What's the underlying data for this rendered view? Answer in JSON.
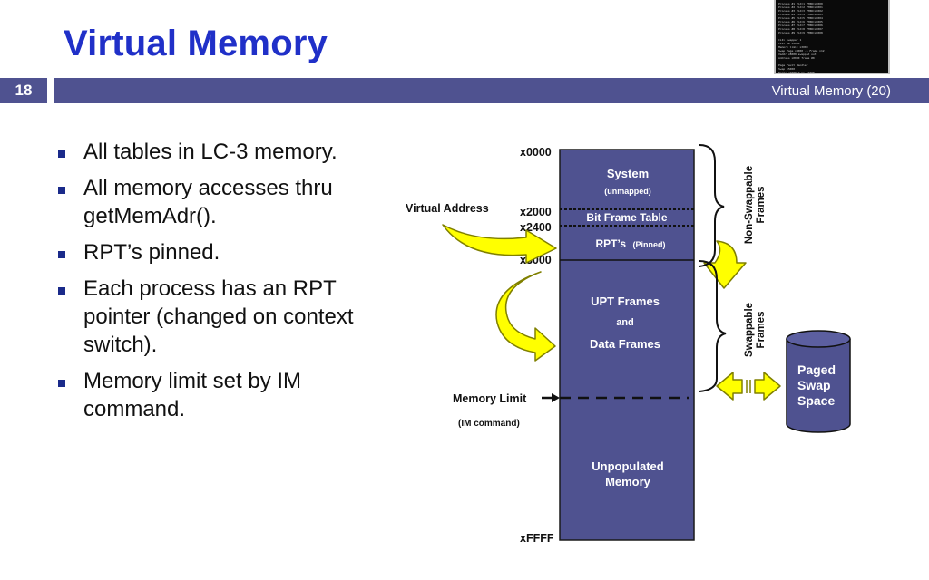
{
  "slide": {
    "title": "Virtual Memory",
    "number": "18",
    "footer": "Virtual Memory (20)"
  },
  "bullets": [
    "All tables in LC-3 memory.",
    "All memory accesses thru getMemAdr().",
    "RPT’s pinned.",
    "Each process has an RPT pointer (changed on context switch).",
    "Memory limit set by IM command."
  ],
  "diagram": {
    "addresses": {
      "start": "x0000",
      "bft": "x2000",
      "rpt": "x2400",
      "upt": "x3000",
      "end": "xFFFF"
    },
    "regions": {
      "system": "System",
      "system_sub": "(unmapped)",
      "bft": "Bit Frame Table",
      "rpt": "RPT’s",
      "rpt_sub": "(Pinned)",
      "upt": "UPT Frames",
      "and": "and",
      "data": "Data Frames",
      "unpop1": "Unpopulated",
      "unpop2": "Memory"
    },
    "labels": {
      "virtual_address": "Virtual Address",
      "memory_limit": "Memory Limit",
      "im_command": "(IM command)",
      "nonswap1": "Non-Swappable",
      "nonswap2": "Frames",
      "swap1": "Swappable",
      "swap2": "Frames",
      "paged1": "Paged",
      "paged2": "Swap",
      "paged3": "Space"
    },
    "colors": {
      "memory_fill": "#4f5290",
      "arrow_fill": "#ffff00",
      "arrow_stroke": "#7f7f00"
    }
  },
  "thumbnail": {
    "lines": [
      "Process #1 Pid=1 PTBR=x0000",
      "Process #2 Pid=2 PTBR=x0001",
      "Process #3 Pid=3 PTBR=x0002",
      "Process #4 Pid=4 PTBR=x0003",
      "Process #5 Pid=5 PTBR=x0004",
      "Process #6 Pid=6 PTBR=x0005",
      "Process #7 Pid=7 PTBR=x0006",
      "Process #8 Pid=8 PTBR=x0007",
      "Process #9 Pid=9 PTBR=x0008",
      "",
      "CLI> swapper 1",
      "CLI> dm x2000",
      "Memory limit x3000",
      "Swap Page x8000 -> Frame x12",
      "Vaddr x8000 swapped out",
      "Address x0000 frame #0",
      "",
      "Page Fault Handler",
      "Swap x5000",
      "Frame x7000 Swap x2000",
      "Page fault count: 45",
      "Swap count: 12",
      "",
      "CLI> x2400 x2410 x2420",
      "x2430 x2440 x2450 x2460",
      "x2470 x2480 x2490 x24A0",
      "Memory x3000 to xFFFF",
      "CLI> _"
    ]
  }
}
